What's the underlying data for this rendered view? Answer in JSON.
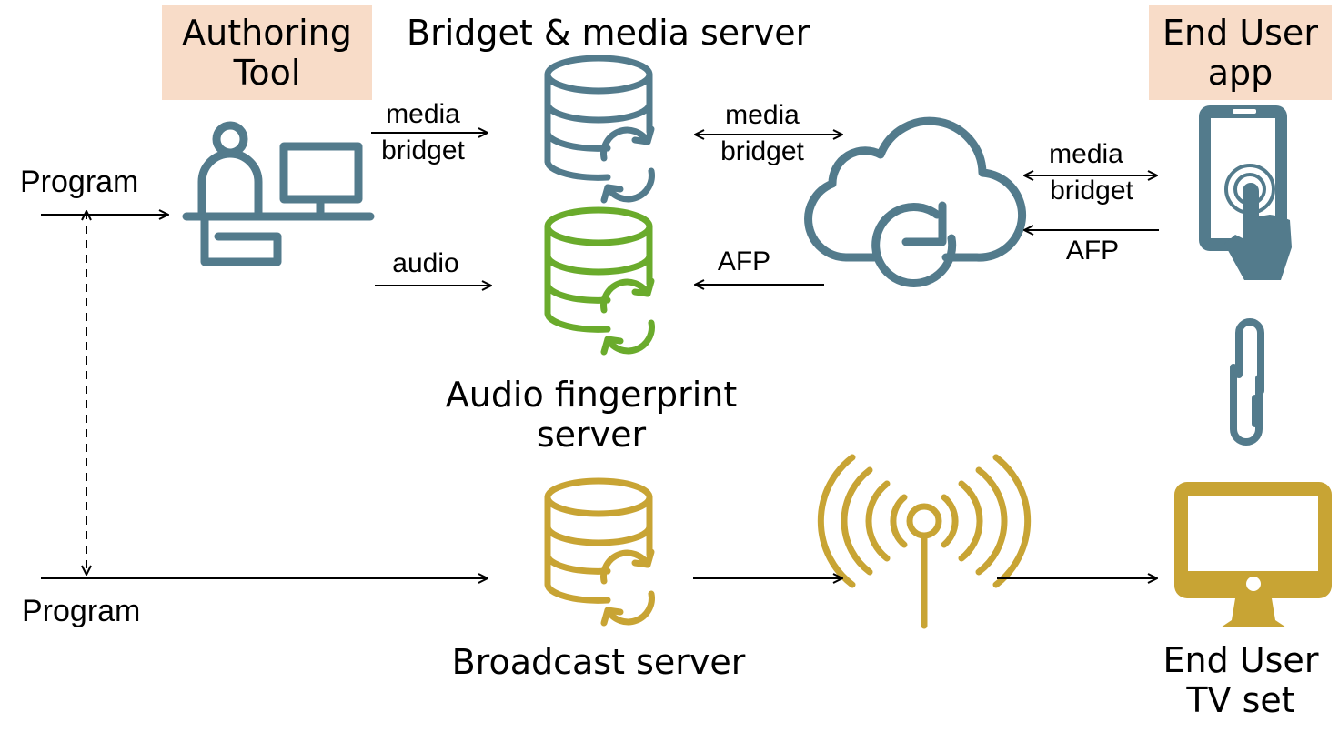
{
  "boxes": {
    "authoring_tool": "Authoring\nTool",
    "end_user_app": "End User\napp"
  },
  "titles": {
    "bridget_media_server": "Bridget & media server",
    "audio_fingerprint_server": "Audio fingerprint\nserver",
    "broadcast_server": "Broadcast server",
    "end_user_tv": "End User\nTV set"
  },
  "arrows": {
    "author_media": "media",
    "author_bridget": "bridget",
    "author_audio": "audio",
    "server_cloud_media": "media",
    "server_cloud_bridget": "bridget",
    "cloud_afp": "AFP",
    "app_media": "media",
    "app_bridget": "bridget",
    "app_afp": "AFP"
  },
  "program_top": "Program",
  "program_bottom": "Program",
  "colors": {
    "blue": "#537b8c",
    "green": "#6aab2c",
    "gold": "#c8a434",
    "box": "#f8dcc8"
  }
}
